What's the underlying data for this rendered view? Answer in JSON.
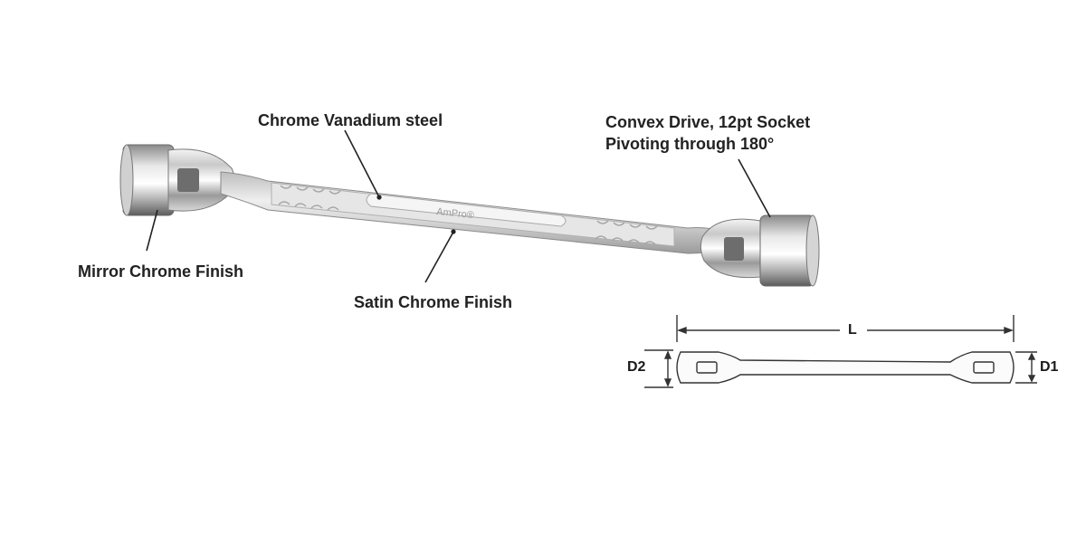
{
  "callouts": {
    "chrome_vanadium": "Chrome Vanadium steel",
    "convex_drive_line1": "Convex Drive, 12pt Socket",
    "convex_drive_line2": "Pivoting through 180°",
    "mirror_chrome": "Mirror Chrome Finish",
    "satin_chrome": "Satin Chrome Finish"
  },
  "dimensions": {
    "length": "L",
    "diameter_left": "D2",
    "diameter_right": "D1"
  },
  "product": {
    "brand_mark": "AmPro®"
  },
  "icons": {
    "wrench_photo": "double-ended-swivel-socket-wrench",
    "dimension_diagram": "wrench-outline-drawing"
  }
}
